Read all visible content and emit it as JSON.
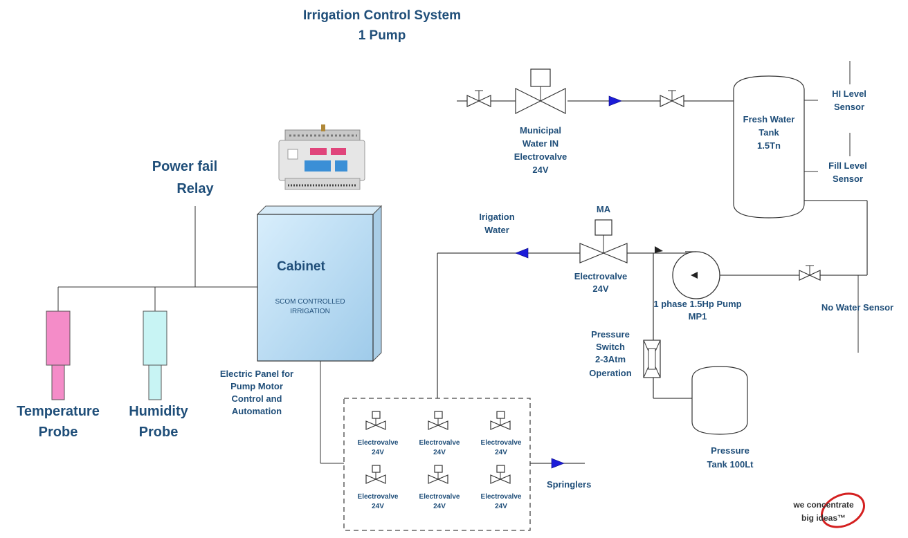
{
  "title": {
    "line1": "Irrigation Control System",
    "line2": "1 Pump"
  },
  "labels": {
    "power_fail": [
      "Power fail",
      "Relay"
    ],
    "cabinet": "Cabinet",
    "scom": [
      "SCOM CONTROLLED",
      "IRRIGATION"
    ],
    "electric_panel": [
      "Electric Panel for",
      "Pump Motor",
      "Control and",
      "Automation"
    ],
    "temperature_probe": [
      "Temperature",
      "Probe"
    ],
    "humidity_probe": [
      "Humidity",
      "Probe"
    ],
    "municipal_valve": [
      "Municipal",
      "Water IN",
      "Electrovalve",
      "24V"
    ],
    "fresh_tank": [
      "Fresh Water",
      "Tank",
      "1.5Tn"
    ],
    "hi_level": [
      "HI Level",
      "Sensor"
    ],
    "fill_level": [
      "Fill Level",
      "Sensor"
    ],
    "irrigation_water": [
      "Irigation",
      "Water"
    ],
    "ma": "MA",
    "main_valve": [
      "Electrovalve",
      "24V"
    ],
    "pump": [
      "1 phase 1.5Hp Pump",
      "MP1"
    ],
    "no_water": "No Water Sensor",
    "pressure_switch": [
      "Pressure",
      "Switch",
      "2-3Atm",
      "Operation"
    ],
    "pressure_tank": [
      "Pressure",
      "Tank 100Lt"
    ],
    "zone_valve": [
      "Electrovalve",
      "24V"
    ],
    "springlers": "Springlers",
    "logo": [
      "we concentrate",
      "big ideas™"
    ]
  },
  "colors": {
    "text": "#1f4e79",
    "temperature_probe": "#f48cc8",
    "humidity_probe": "#c8f4f4",
    "cabinet": "#bfe0f6",
    "flow_arrow": "#1c1cd8"
  }
}
